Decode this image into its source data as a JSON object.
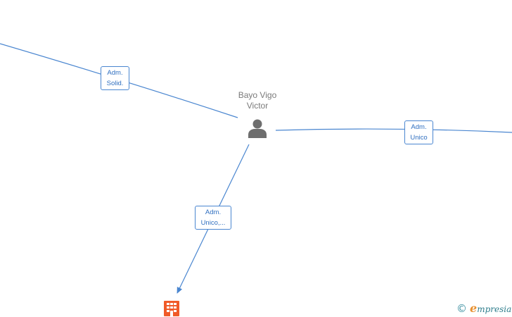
{
  "graph": {
    "person": {
      "name_line1": "Bayo Vigo",
      "name_line2": "Victor",
      "icon": "person-icon"
    },
    "company": {
      "icon": "building-icon",
      "color": "#f05a28"
    },
    "edges": [
      {
        "id": "left",
        "label_line1": "Adm.",
        "label_line2": "Solid."
      },
      {
        "id": "right",
        "label_line1": "Adm.",
        "label_line2": "Unico"
      },
      {
        "id": "down",
        "label_line1": "Adm.",
        "label_line2": "Unico,..."
      }
    ],
    "edge_color": "#4a86d0"
  },
  "watermark": {
    "copyright_symbol": "©",
    "brand_initial": "e",
    "brand_rest": "mpresia"
  }
}
